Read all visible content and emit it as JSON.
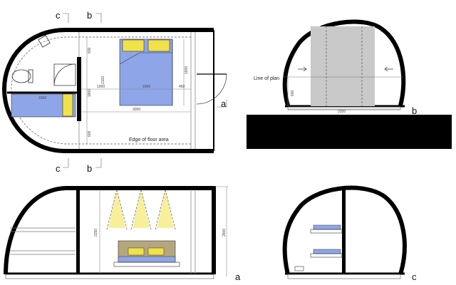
{
  "colors": {
    "wall": "#000000",
    "bed": "#8ea6e8",
    "pillow": "#f2e24a",
    "headboard": "#b5a77d",
    "spotlight": "#f7ef9a",
    "window": "#c9c9c9",
    "block": "#000000"
  },
  "plan": {
    "edge_label": "Edge of floor area",
    "dimensions": {
      "d_600_top": "600",
      "d_600_bottom": "600",
      "d_2100": "2100",
      "d_1800": "1800",
      "d_1000": "1000",
      "d_1600_bed": "1600",
      "d_1600_bunk": "1600",
      "d_1600_right": "1600",
      "d_450": "450",
      "d_3050": "3050"
    },
    "section_marks": {
      "top_c": "c",
      "top_b": "b",
      "bottom_c": "c",
      "bottom_b": "b",
      "right_a": "a"
    }
  },
  "section_b": {
    "label": "b",
    "line_of_plan": "Line of plan",
    "dimensions": {
      "width": "3100",
      "height": "600"
    }
  },
  "section_a": {
    "label": "a",
    "dimensions": {
      "d_2250": "2250",
      "d_2800": "2800"
    }
  },
  "section_c": {
    "label": "c"
  }
}
